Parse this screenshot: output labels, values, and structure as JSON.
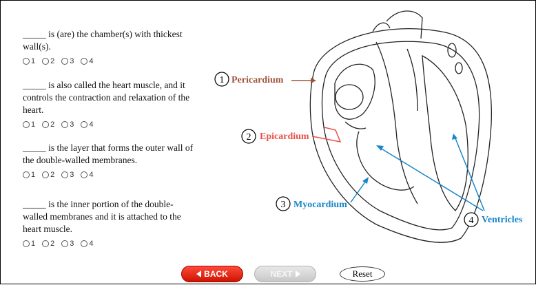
{
  "questions": [
    {
      "text": "_____ is (are) the chamber(s) with thickest wall(s).",
      "options": [
        "1",
        "2",
        "3",
        "4"
      ]
    },
    {
      "text": "_____ is also called the heart muscle, and it controls the contraction and relaxation of the heart.",
      "options": [
        "1",
        "2",
        "3",
        "4"
      ]
    },
    {
      "text": "_____ is the layer that forms the outer wall of the double-walled membranes.",
      "options": [
        "1",
        "2",
        "3",
        "4"
      ]
    },
    {
      "text": "_____ is the inner portion of the double-walled membranes and it is attached to the heart muscle.",
      "options": [
        "1",
        "2",
        "3",
        "4"
      ]
    }
  ],
  "diagram": {
    "labels": [
      {
        "number": "1",
        "name": "Pericardium",
        "color": "#a0523c"
      },
      {
        "number": "2",
        "name": "Epicardium",
        "color": "#e8504a"
      },
      {
        "number": "3",
        "name": "Myocardium",
        "color": "#1a86c8"
      },
      {
        "number": "4",
        "name": "Ventricles",
        "color": "#1a86c8"
      }
    ]
  },
  "nav": {
    "back": "BACK",
    "next": "NEXT",
    "reset": "Reset"
  }
}
